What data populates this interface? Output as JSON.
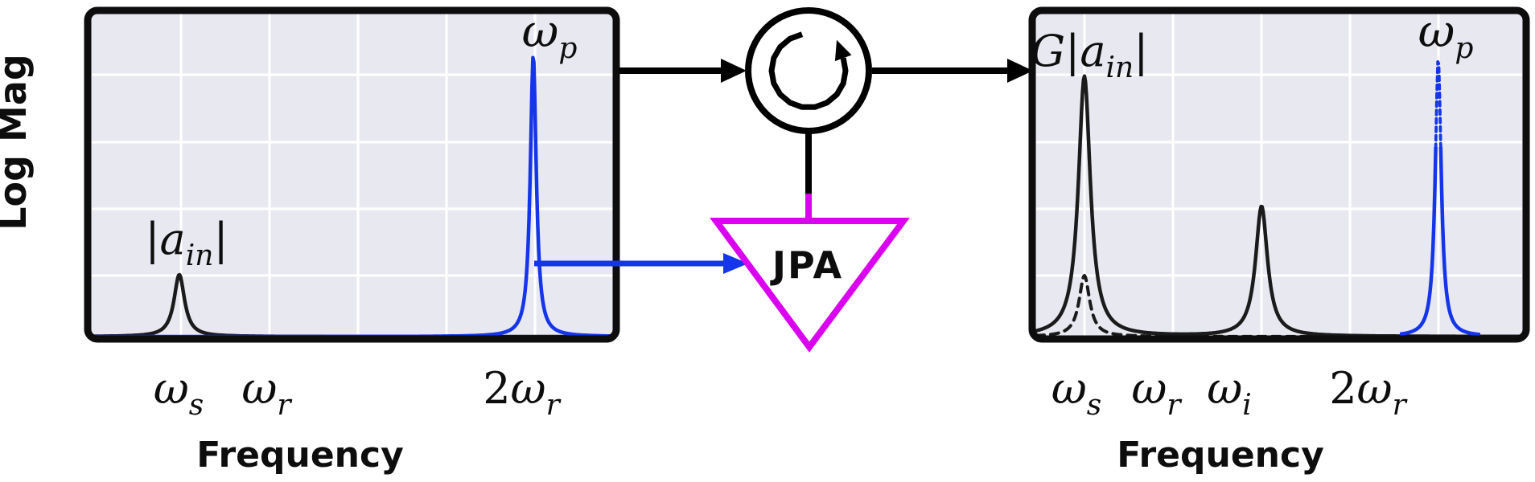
{
  "text": {
    "ylabel": "Log Mag",
    "xlabel_left": "Frequency",
    "xlabel_right": "Frequency",
    "jpa": "JPA"
  },
  "glyphs": {
    "omega": "ω",
    "two": "2",
    "bar": "|",
    "a": "a",
    "G": "G",
    "sub_s": "s",
    "sub_r": "r",
    "sub_i": "i",
    "sub_p": "p",
    "sub_in": "in"
  },
  "colors": {
    "curve_black": "#1b1b1b",
    "curve_blue": "#1535e8",
    "magenta": "#d903ef",
    "panel_bg": "#e8e8f1",
    "grid_white": "#ffffff",
    "border_black": "#0d0d0d"
  },
  "chart_data": [
    {
      "id": "input_spectrum",
      "type": "line",
      "title": "JPA input spectrum",
      "xlabel": "Frequency",
      "ylabel": "Log Mag",
      "xtick_labels": [
        "ω_s",
        "ω_r",
        "2ω_r"
      ],
      "grid": true,
      "series": [
        {
          "name": "input_signal",
          "label": "|a_in|",
          "color": "#1b1b1b",
          "style": "solid",
          "peaks": [
            {
              "at": "ω_s",
              "x_frac": 0.168,
              "height_frac": 0.192,
              "hwhm_frac": 0.0123
            }
          ]
        },
        {
          "name": "pump",
          "label": "ω_p",
          "color": "#1535e8",
          "style": "solid",
          "peaks": [
            {
              "at": "2ω_r",
              "x_frac": 0.847,
              "height_frac": 0.873,
              "hwhm_frac": 0.0069
            }
          ]
        }
      ]
    },
    {
      "id": "output_spectrum",
      "type": "line",
      "title": "JPA output spectrum",
      "xlabel": "Frequency",
      "ylabel": "",
      "xtick_labels": [
        "ω_s",
        "ω_r",
        "ω_i",
        "2ω_r"
      ],
      "grid": true,
      "series": [
        {
          "name": "amplified_signal_and_idler",
          "label": "G|a_in|",
          "color": "#1b1b1b",
          "style": "solid",
          "peaks": [
            {
              "at": "ω_s",
              "x_frac": 0.099,
              "height_frac": 0.806,
              "hwhm_frac": 0.0149
            },
            {
              "at": "ω_i",
              "x_frac": 0.463,
              "height_frac": 0.403,
              "hwhm_frac": 0.0149
            }
          ]
        },
        {
          "name": "input_signal_reference",
          "label": "|a_in|",
          "color": "#1b1b1b",
          "style": "dashed",
          "peaks": [
            {
              "at": "ω_s",
              "x_frac": 0.099,
              "height_frac": 0.189,
              "hwhm_frac": 0.0132
            }
          ]
        },
        {
          "name": "depleted_pump",
          "label": "ω_p",
          "color": "#1535e8",
          "style": "solid-with-dashed-tip",
          "peaks": [
            {
              "at": "2ω_r",
              "x_frac": 0.826,
              "height_frac": 0.863,
              "hwhm_frac": 0.0074
            }
          ]
        }
      ]
    }
  ]
}
